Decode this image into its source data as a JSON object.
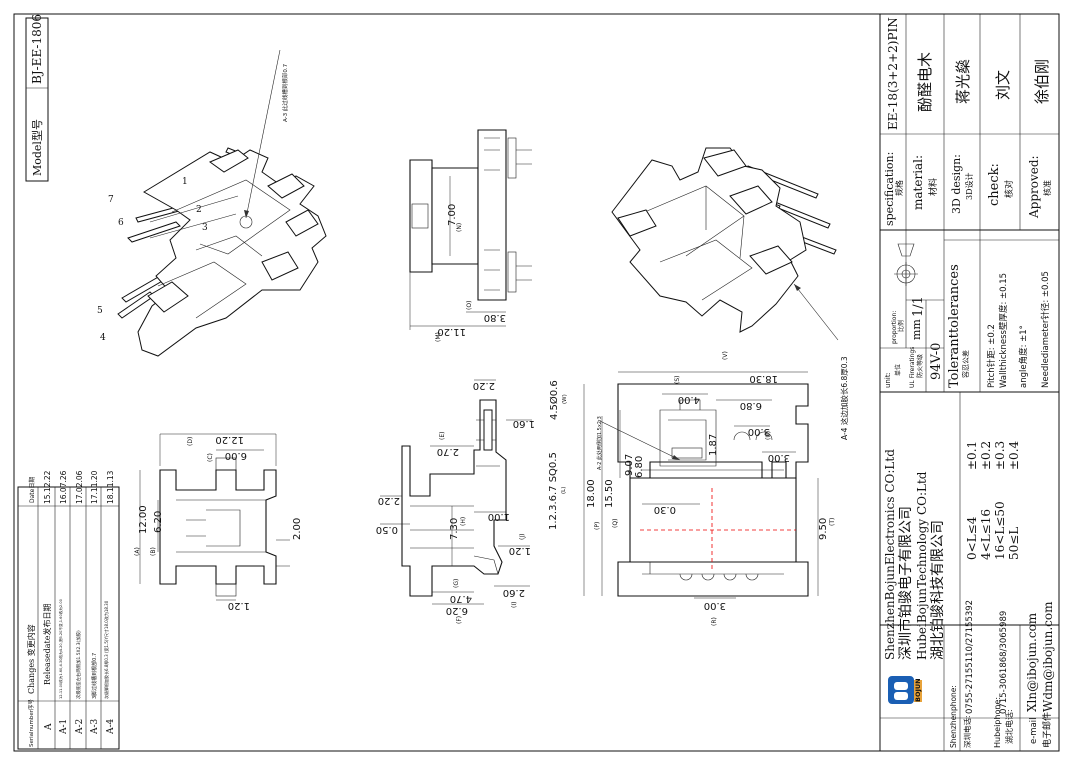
{
  "model": {
    "label": "Model型号",
    "value": "BJ-EE-1806"
  },
  "changes": {
    "headers": {
      "serial": "Serialnumber序号",
      "content": "Changes 变更内容",
      "date": "Date日期"
    },
    "rows": [
      {
        "serial": "A",
        "content": "Releasedate发布日期",
        "date": "15.12.22"
      },
      {
        "serial": "A-1",
        "content": "12-11.00改为1.60,4.30改为4.20,宽6.20不变,1.60改为2.00",
        "date": "16.07.26"
      },
      {
        "serial": "A-2",
        "content": "次级底座左右两侧加1.5X2.3(加胶)",
        "date": "17.02.06"
      },
      {
        "serial": "A-3",
        "content": "3脚过线槽到根部0.7",
        "date": "17.11.20"
      },
      {
        "serial": "A-4",
        "content": "次级脚根加胶长6.8厚0.3 (宽1.5)Y尺寸18.0改为18.30",
        "date": "18.11.13"
      }
    ]
  },
  "notes": {
    "a3": "A-3 此过线槽到根部0.7",
    "a4": "A-4 这边加胶长6.8厚0.3",
    "a2": "A-2 此处两侧加1.5x2.3"
  },
  "pins": [
    "1",
    "2",
    "3",
    "4",
    "5",
    "6",
    "7"
  ],
  "dims": {
    "top_w": "12.20",
    "top_inner": "6.00",
    "h12": "12.00",
    "h620": "6.20",
    "w200": "2.00",
    "bot120": "1.20",
    "side_220a": "2.20",
    "side_270": "2.70",
    "side_220b": "2.20",
    "side_050": "0.50",
    "side_730": "7.30",
    "side_100": "1.00",
    "side_160": "1.60",
    "side_pin": "4.5Ø0.6",
    "side_sq": "1.2.3.6.7 SQ0.5",
    "side_120": "1.20",
    "side_260": "2.60",
    "side_470": "4.70",
    "side_620": "6.20",
    "front_700": "7.00",
    "front_380": "3.80",
    "front_1120": "11.20",
    "r_1830": "18.30",
    "r_400": "4.00",
    "r_680": "6.80",
    "r_187": "1.87",
    "r_300": "3.00",
    "r_300b": "3.00",
    "r_907": "9.07",
    "r_680b": "6.80",
    "r_1550": "15.50",
    "r_1800": "18.00",
    "r_030": "0.30",
    "r_950": "9.50",
    "r_300c": "3.00"
  },
  "letters": {
    "A": "(A)",
    "B": "(B)",
    "C": "(C)",
    "D": "(D)",
    "E": "(E)",
    "F": "(F)",
    "G": "(G)",
    "H": "(H)",
    "I": "(I)",
    "J": "(J)",
    "K": "(K)",
    "L": "(L)",
    "M": "(M)",
    "N": "(N)",
    "O": "(O)",
    "P": "(P)",
    "Q": "(Q)",
    "R": "(R)",
    "S": "(S)",
    "T": "(T)",
    "U": "(U)",
    "V": "(V)",
    "W": "(W)"
  },
  "titleblock": {
    "spec_label": "specification:",
    "spec_cn": "规格",
    "spec_value": "EE-18(3+2+2)PIN",
    "material_label": "material:",
    "material_cn": "材料",
    "material_value": "酚醛电木",
    "design_label": "3D design:",
    "design_cn": "3D设计",
    "design_value": "蒋光燊",
    "check_label": "check:",
    "check_cn": "核对",
    "check_value": "刘文",
    "approved_label": "Approved:",
    "approved_cn": "核准",
    "approved_value": "徐伯刚",
    "unit_label": "unit:",
    "unit_cn": "单位",
    "unit_value": "mm",
    "proportion_label": "proportion:",
    "proportion_cn": "比例",
    "proportion_value": "1/1",
    "fire_label": "UL Fireratings",
    "fire_cn": "防火等级",
    "fire_value": "94V-0",
    "tol_title": "Toleranttolerances",
    "tol_cn": "容忍公差",
    "tol_ranges": [
      "0<L≤4",
      "4<L≤16",
      "16<L≤50",
      "50≤L"
    ],
    "tol_values": [
      "±0.1",
      "±0.2",
      "±0.3",
      "±0.4"
    ],
    "tol_notes": [
      "Pitch针距: ±0.2",
      "Wallthickness壁厚度: ±0.15",
      "angle角度: ±1°",
      "Needlediameter针径: ±0.05"
    ],
    "company_en1": "ShenzhenBojunElectronics CO:Ltd",
    "company_cn1": "深圳市铂骏电子有限公司",
    "company_en2": "HubeiBojunTechnology CO:Ltd",
    "company_cn2": "湖北铂骏科技有限公司",
    "logo_text": "BOJUN",
    "sz_phone_label": "Shenzhenphone:",
    "sz_phone_cn": "深圳电话:",
    "sz_phone": "0755-27155110/27155392",
    "hb_phone_label": "Hubeiphone:",
    "hb_phone_cn": "湖北电话:",
    "hb_phone": "0715-3061868/3065989",
    "email_label": "e-mail",
    "email_cn": "电子邮件",
    "email1": "Xln@ibojun.com",
    "email2": "Wdm@ibojun.com"
  }
}
